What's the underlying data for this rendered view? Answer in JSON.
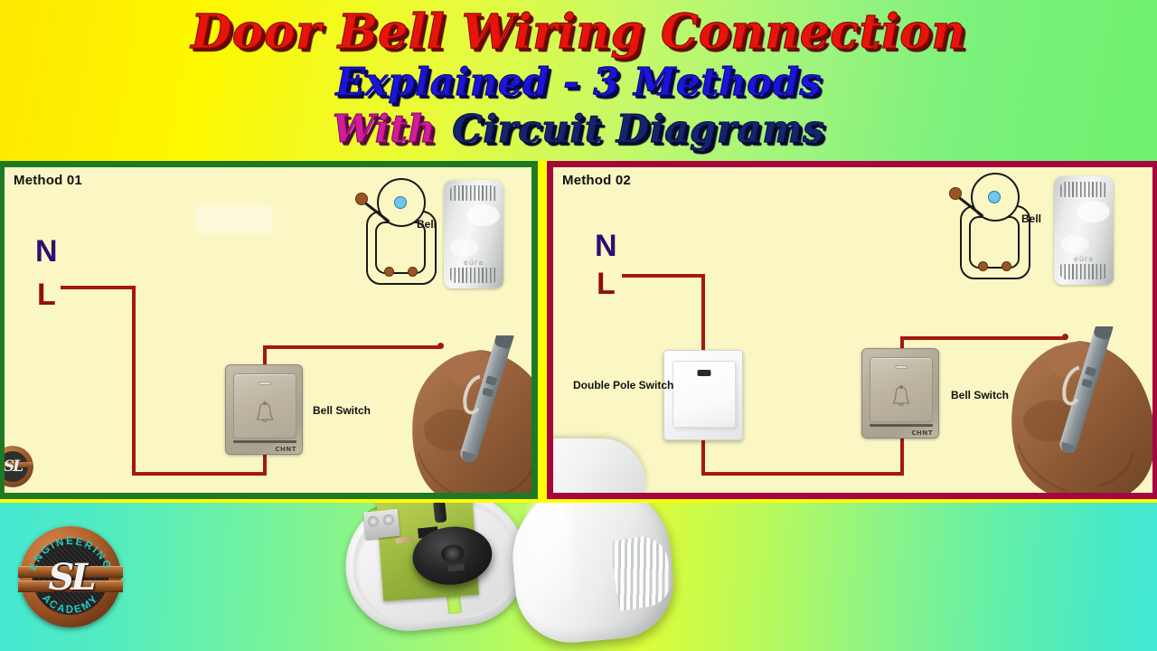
{
  "title": {
    "line1": "Door Bell Wiring Connection",
    "line2": "Explained - 3 Methods",
    "line3_word1": "With",
    "line3_word2": "Circuit Diagrams",
    "colors": {
      "line1": "#e8140c",
      "line2": "#1a15d8",
      "line3_word1": "#d31b9b",
      "line3_word2": "#14246e",
      "banner_gradient_from": "#ffe800",
      "banner_gradient_to": "#6ff06e"
    }
  },
  "panels": [
    {
      "id": "method-01",
      "label": "Method 01",
      "border_color": "#1d7a23",
      "background": "#faf7c4",
      "terminals": {
        "neutral": "N",
        "live": "L"
      },
      "terminal_colors": {
        "neutral": "#2b1070",
        "live": "#8f1010"
      },
      "wire_color": "#a6180e",
      "devices": [
        {
          "name": "bell-symbol",
          "caption": "Bell"
        },
        {
          "name": "euro-chime-photo",
          "brand": "eüra"
        },
        {
          "name": "bell-switch",
          "caption": "Bell Switch",
          "brand": "CHNT"
        },
        {
          "name": "hand-with-marker-pen"
        }
      ]
    },
    {
      "id": "method-02",
      "label": "Method 02",
      "border_color": "#a5063f",
      "background": "#faf7c4",
      "terminals": {
        "neutral": "N",
        "live": "L"
      },
      "terminal_colors": {
        "neutral": "#2b1070",
        "live": "#8f1010"
      },
      "wire_color": "#a6180e",
      "devices": [
        {
          "name": "bell-symbol",
          "caption": "Bell"
        },
        {
          "name": "euro-chime-photo",
          "brand": "eüra"
        },
        {
          "name": "double-pole-switch",
          "caption": "Double Pole Switch"
        },
        {
          "name": "bell-switch",
          "caption": "Bell Switch",
          "brand": "CHNT"
        },
        {
          "name": "hand-with-marker-pen"
        }
      ]
    }
  ],
  "brand": {
    "top_text": "ENGINEERING",
    "bottom_text": "ACADEMY",
    "monogram": "SL",
    "accent_color": "#27c9c2",
    "ring_color": "#b8662f"
  },
  "footer": {
    "gradient_from": "#45e8d2",
    "gradient_mid": "#dcfd3a",
    "gradient_to": "#43e8d5",
    "products": [
      {
        "name": "doorbell-open-showing-pcb-and-buzzer"
      },
      {
        "name": "doorbell-closed-white-cover"
      }
    ]
  }
}
